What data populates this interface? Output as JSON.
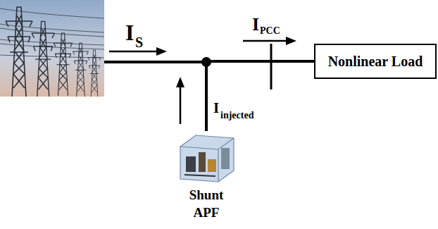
{
  "diagram": {
    "nodes": [
      {
        "text": [
          "Nonlinear Load"
        ]
      },
      {
        "text": [
          "Shunt APF"
        ]
      }
    ],
    "edges": [
      {
        "from": 1,
        "to": 0,
        "arrow": "none"
      }
    ],
    "labels": [
      "I",
      "S",
      "I",
      "PCC",
      "I",
      "injected"
    ]
  }
}
